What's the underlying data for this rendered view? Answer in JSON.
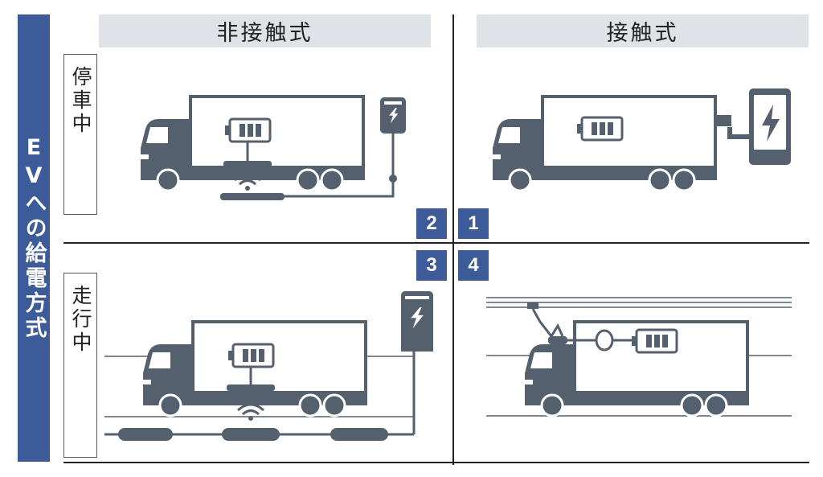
{
  "side_title": "EVへの給電方式",
  "columns": {
    "left": "非接触式",
    "right": "接触式"
  },
  "rows": {
    "top": "停車中",
    "bottom": "走行中"
  },
  "quadrants": {
    "q1": "1",
    "q2": "2",
    "q3": "3",
    "q4": "4"
  },
  "colors": {
    "accent": "#3e5b99",
    "truck": "#55606e",
    "header_bg": "#dfe3e7"
  }
}
